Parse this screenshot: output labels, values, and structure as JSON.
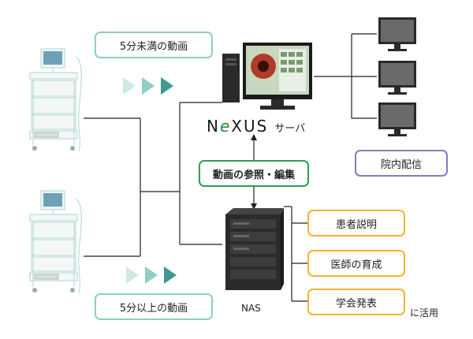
{
  "boxes": {
    "short_video": "5分未満の動画",
    "long_video": "5分以上の動画",
    "browse_edit": "動画の参照・編集",
    "in_hospital": "院内配信",
    "patient_explanation": "患者説明",
    "doctor_training": "医師の育成",
    "conference": "学会発表"
  },
  "server": {
    "brand_prefix": "N",
    "brand_e": "e",
    "brand_suffix": "XUS",
    "suffix": "サーバ"
  },
  "nas_label": "NAS",
  "utilize_label": "に活用",
  "colors": {
    "teal": "#8fcdc6",
    "green": "#2e9e52",
    "purple": "#8a78c0",
    "yellow": "#f2b52e",
    "arrow_light": "#cfe9e6",
    "arrow_mid": "#8fcdc6",
    "arrow_dark": "#3e9a92"
  }
}
